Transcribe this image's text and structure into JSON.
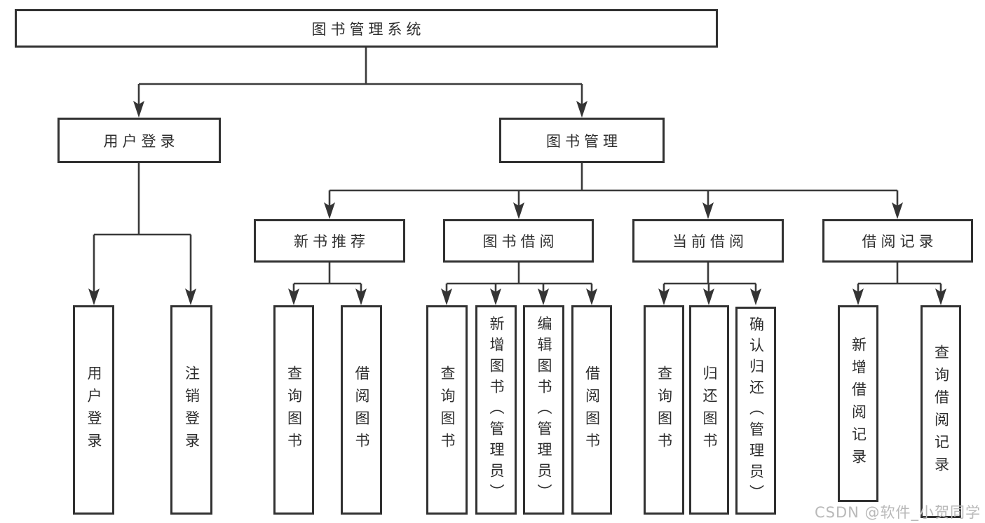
{
  "colors": {
    "background": "#ffffff",
    "box_border": "#313131",
    "line": "#3a3a3a",
    "text": "#2e2e2e",
    "watermark": "#b9b9b9"
  },
  "tree": {
    "label": "图书管理系统",
    "children": [
      {
        "label": "用户登录",
        "children": [
          {
            "label": "用户登录"
          },
          {
            "label": "注销登录"
          }
        ]
      },
      {
        "label": "图书管理",
        "children": [
          {
            "label": "新书推荐",
            "children": [
              {
                "label": "查询图书"
              },
              {
                "label": "借阅图书"
              }
            ]
          },
          {
            "label": "图书借阅",
            "children": [
              {
                "label": "查询图书"
              },
              {
                "label": "新增图书（管理员）"
              },
              {
                "label": "编辑图书（管理员）"
              },
              {
                "label": "借阅图书"
              }
            ]
          },
          {
            "label": "当前借阅",
            "children": [
              {
                "label": "查询图书"
              },
              {
                "label": "归还图书"
              },
              {
                "label": "确认归还（管理员）"
              }
            ]
          },
          {
            "label": "借阅记录",
            "children": [
              {
                "label": "新增借阅记录"
              },
              {
                "label": "查询借阅记录"
              }
            ]
          }
        ]
      }
    ]
  },
  "watermark": "CSDN @软件_小贺同学"
}
